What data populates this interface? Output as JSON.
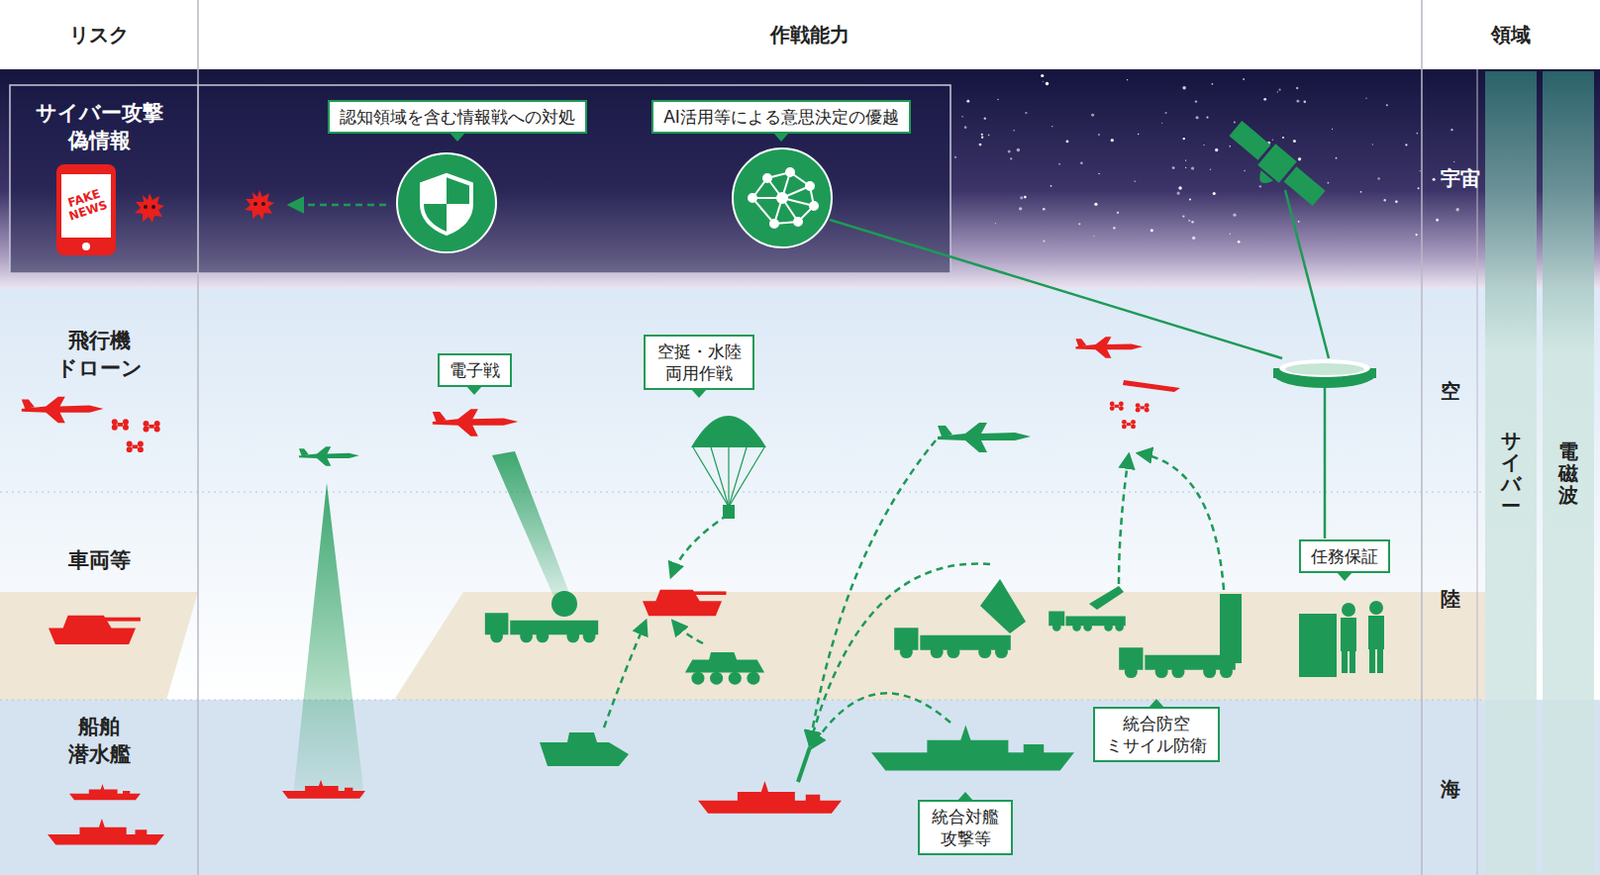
{
  "diagram": {
    "nodes": [
      {
        "text": [
          "リスク"
        ]
      },
      {
        "text": [
          "作戦能力"
        ]
      },
      {
        "text": [
          "領域"
        ]
      },
      {
        "text": [
          "認知領域を含む情報戦への対処"
        ]
      },
      {
        "text": [
          "AI活用等による意思決定の優越"
        ]
      },
      {
        "text": [
          "電子戦"
        ]
      },
      {
        "text": [
          "空挺・水陸 両用作戦"
        ]
      },
      {
        "text": [
          "任務保証"
        ]
      },
      {
        "text": [
          "統合防空 ミサイル防衛"
        ]
      },
      {
        "text": [
          "統合対艦 攻撃等"
        ]
      },
      {
        "text": [
          "サイバー"
        ]
      },
      {
        "text": [
          "電磁波"
        ]
      }
    ],
    "labels": [
      "サイバー攻撃 偽情報",
      "FAKE NEWS",
      "飛行機 ドローン",
      "車両等",
      "船舶 潜水艦",
      "宇宙",
      "空",
      "陸",
      "海"
    ]
  }
}
